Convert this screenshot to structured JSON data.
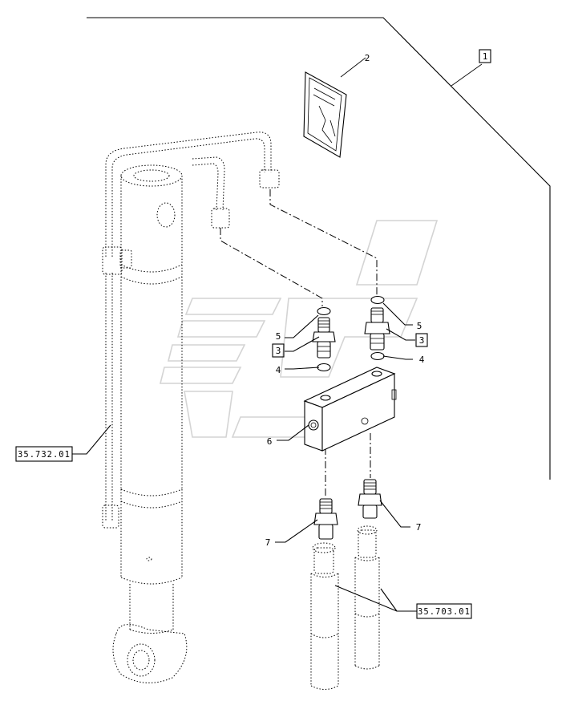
{
  "callouts": {
    "c1": "1",
    "c2": "2",
    "c3a": "3",
    "c3b": "3",
    "c4a": "4",
    "c4b": "4",
    "c5a": "5",
    "c5b": "5",
    "c6": "6",
    "c7a": "7",
    "c7b": "7"
  },
  "references": {
    "cylinder_ref": "35.732.01",
    "hose_ref": "35.703.01"
  }
}
